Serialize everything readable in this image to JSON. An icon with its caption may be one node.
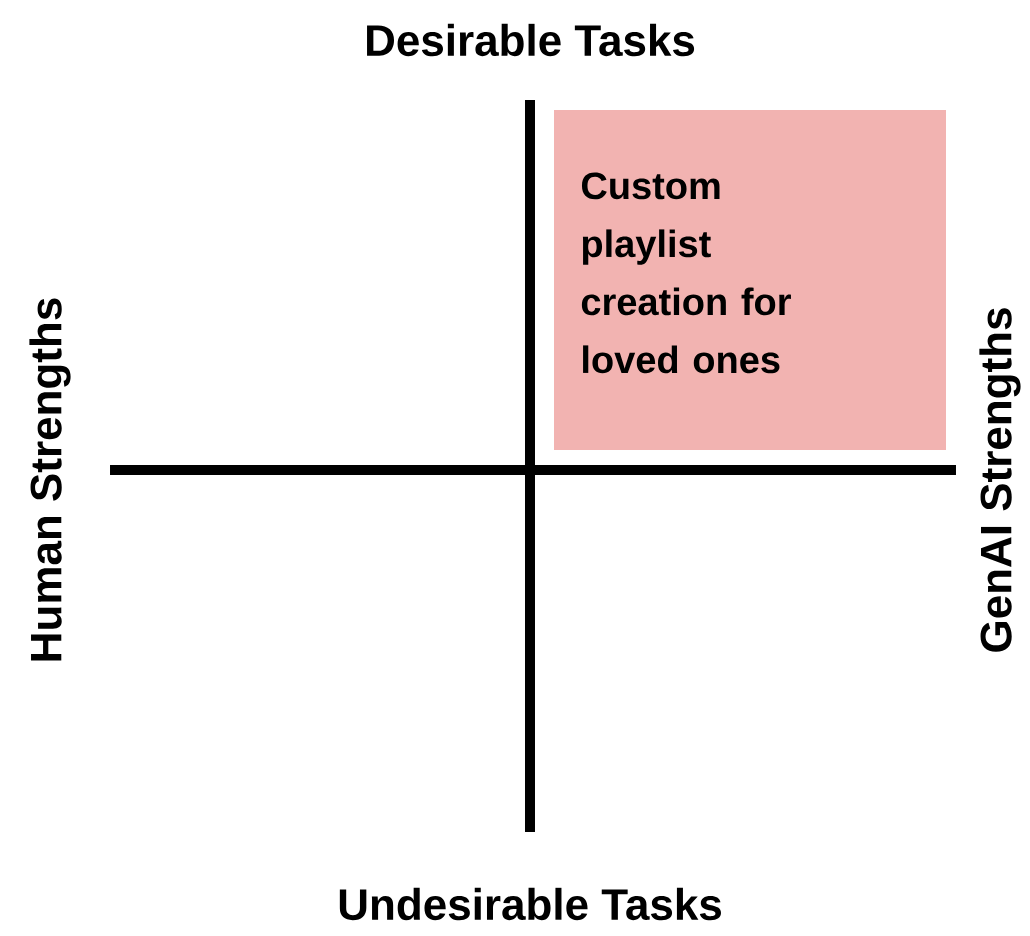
{
  "diagram": {
    "nodes": [
      {
        "text": [
          "Custom playlist creation for loved ones"
        ]
      }
    ],
    "labels": [
      "Desirable Tasks",
      "Human Strengths",
      "GenAI Strengths",
      "Undesirable Tasks"
    ]
  }
}
